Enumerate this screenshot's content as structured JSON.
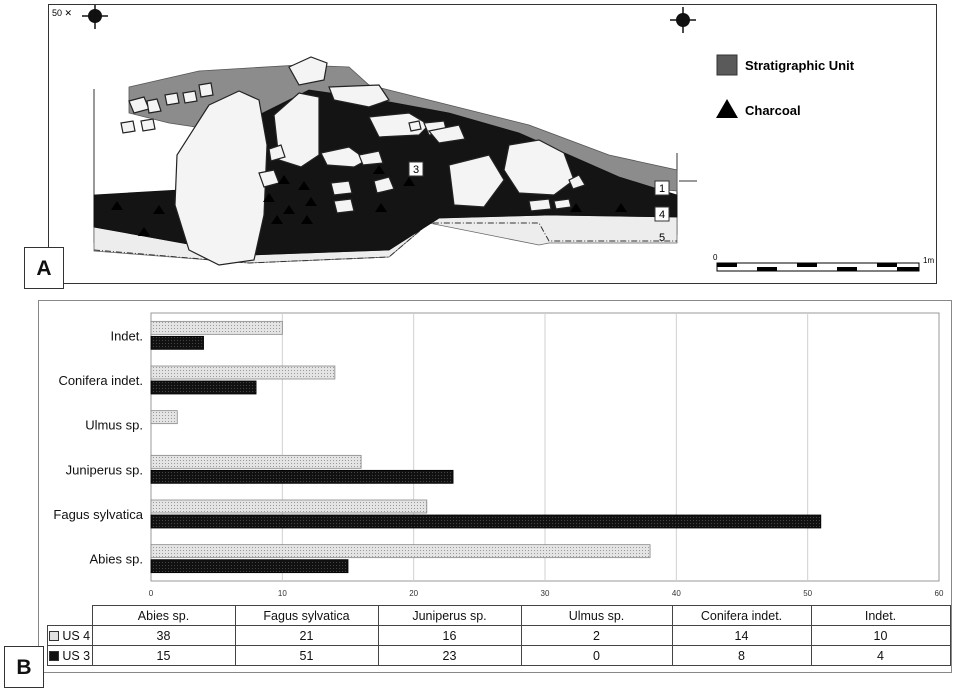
{
  "panel_a": {
    "label": "A",
    "corner_label": "50 ✕",
    "legend": [
      {
        "label": "Stratigraphic Unit",
        "symbol": "square"
      },
      {
        "label": "Charcoal",
        "symbol": "triangle"
      }
    ],
    "unit_labels": [
      "3",
      "1",
      "4",
      "5"
    ],
    "scale": {
      "start": "0",
      "end": "1m"
    }
  },
  "panel_b": {
    "label": "B"
  },
  "chart_data": {
    "type": "bar",
    "orientation": "horizontal",
    "categories": [
      "Abies sp.",
      "Fagus sylvatica",
      "Juniperus sp.",
      "Ulmus sp.",
      "Conifera indet.",
      "Indet."
    ],
    "series": [
      {
        "name": "US 4",
        "values": [
          38,
          21,
          16,
          2,
          14,
          10
        ],
        "color": "#e2e2e2"
      },
      {
        "name": "US 3",
        "values": [
          15,
          51,
          23,
          0,
          8,
          4
        ],
        "color": "#111111"
      }
    ],
    "xlim": [
      0,
      60
    ],
    "xticks": [
      "0",
      "10",
      "20",
      "30",
      "40",
      "50",
      "60"
    ],
    "grid": true,
    "data_table": true
  },
  "colors": {
    "dark": "#111111",
    "light": "#e2e2e2",
    "grey": "#8c8c8c"
  }
}
